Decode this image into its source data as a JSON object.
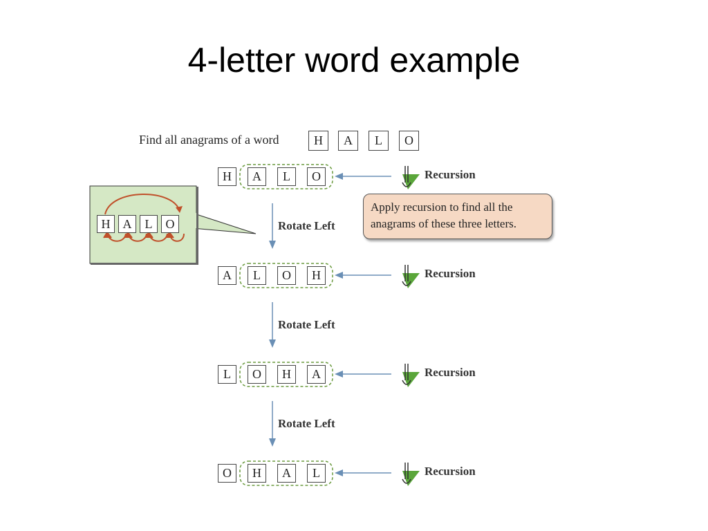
{
  "slide": {
    "title": "4-letter word example"
  },
  "diagram": {
    "find_label": "Find all anagrams of a word",
    "word": [
      "H",
      "A",
      "L",
      "O"
    ],
    "rows": [
      {
        "letters": [
          "H",
          "A",
          "L",
          "O"
        ],
        "label": "Recursion"
      },
      {
        "letters": [
          "A",
          "L",
          "O",
          "H"
        ],
        "label": "Recursion"
      },
      {
        "letters": [
          "L",
          "O",
          "H",
          "A"
        ],
        "label": "Recursion"
      },
      {
        "letters": [
          "O",
          "H",
          "A",
          "L"
        ],
        "label": "Recursion"
      }
    ],
    "rotate_labels": [
      "Rotate Left",
      "Rotate Left",
      "Rotate Left"
    ],
    "callout": {
      "line1": "Apply recursion to find all the",
      "line2": "anagrams of these three letters."
    },
    "inset": {
      "letters": [
        "H",
        "A",
        "L",
        "O"
      ]
    },
    "icon": "recursion-tool-icon"
  },
  "colors": {
    "arrow": "#6a8fb5",
    "dashed": "#6a9a3e",
    "callout_fill": "#f6d9c4",
    "inset_fill": "#d5e8c5",
    "curve": "#c0502a",
    "icon_green": "#5aa63a"
  }
}
